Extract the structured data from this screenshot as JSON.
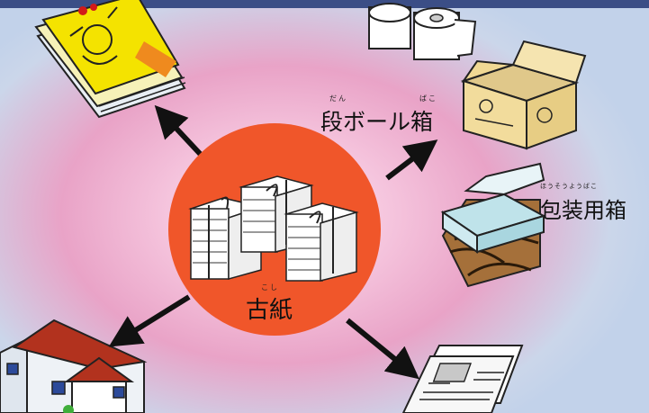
{
  "labels": {
    "cardboard": "段ボール箱",
    "cardboard_ruby_1": "だん",
    "cardboard_ruby_2": "ばこ",
    "gift_box": "包装用箱",
    "gift_box_ruby": "ほうそうようばこ",
    "center": "古紙",
    "center_ruby": "こし"
  },
  "colors": {
    "center_circle": "#f0562a",
    "arrow": "#111111",
    "top_bar": "#3b4e86"
  },
  "icons": [
    "paper-bundle-icon",
    "magazine-stack-icon",
    "toilet-paper-icon",
    "cardboard-box-icon",
    "gift-box-icon",
    "house-icon",
    "newspaper-icon"
  ]
}
